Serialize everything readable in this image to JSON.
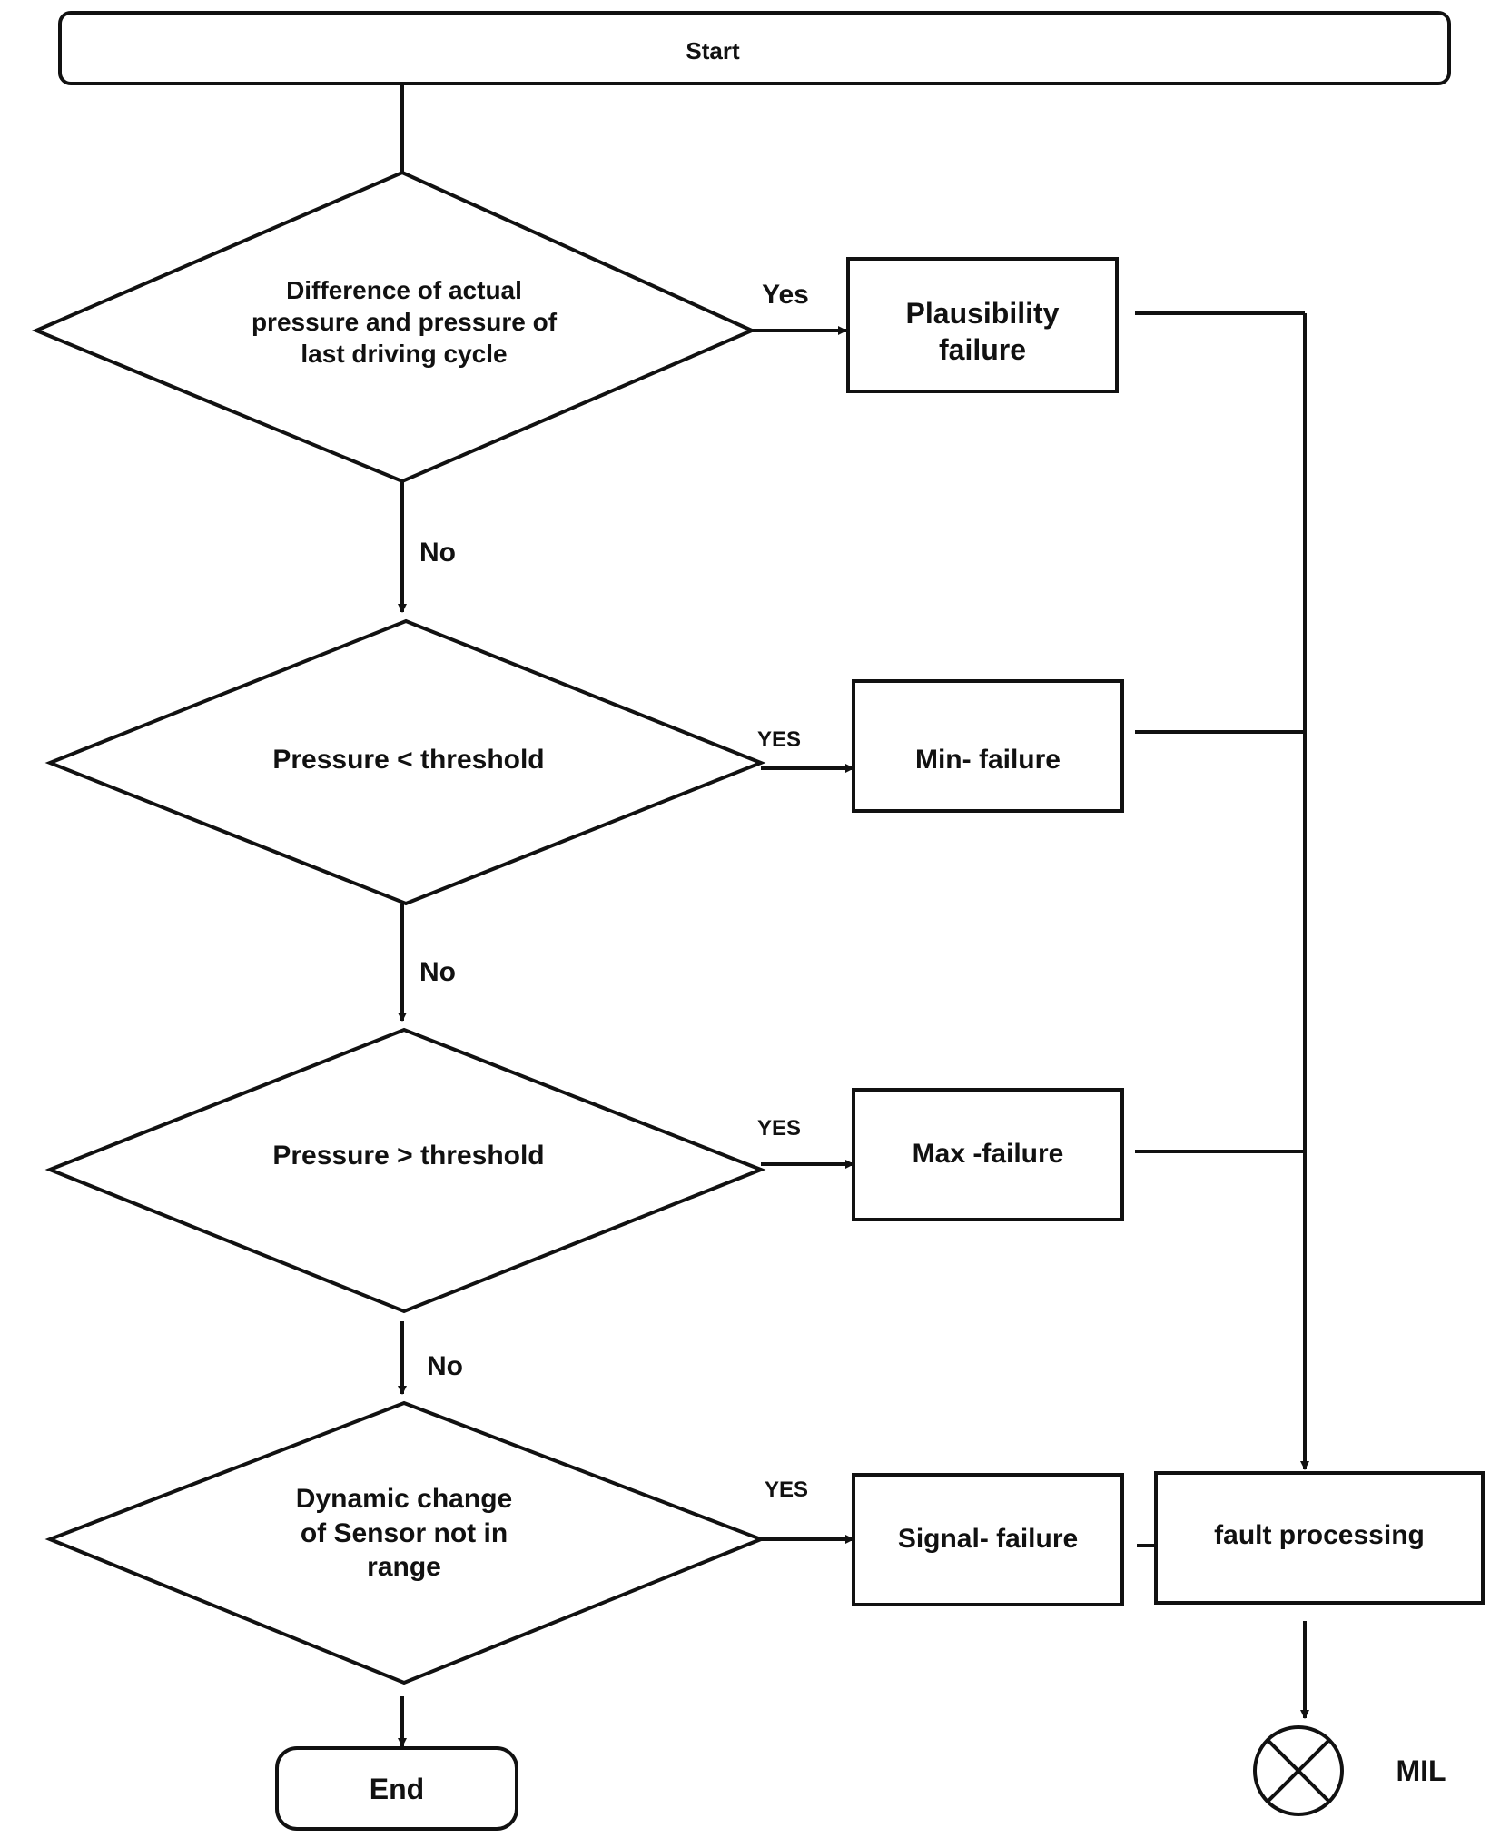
{
  "nodes": {
    "start": "Start",
    "decision_1": [
      "Difference of  actual",
      "pressure and pressure of",
      "last driving cycle"
    ],
    "decision_2": "Pressure < threshold",
    "decision_3": "Pressure > threshold",
    "decision_4": [
      "Dynamic change",
      "of Sensor not in",
      "range"
    ],
    "plausibility": [
      "Plausibility",
      "failure"
    ],
    "min_failure": "Min- failure",
    "max_failure": "Max -failure",
    "signal_failure": "Signal- failure",
    "fault_processing": "fault processing",
    "end": "End",
    "mil": "MIL"
  },
  "edges": {
    "yes_1": "Yes",
    "yes_2": "YES",
    "yes_3": "YES",
    "yes_4": "YES",
    "no_1": "No",
    "no_2": "No",
    "no_3": "No"
  }
}
